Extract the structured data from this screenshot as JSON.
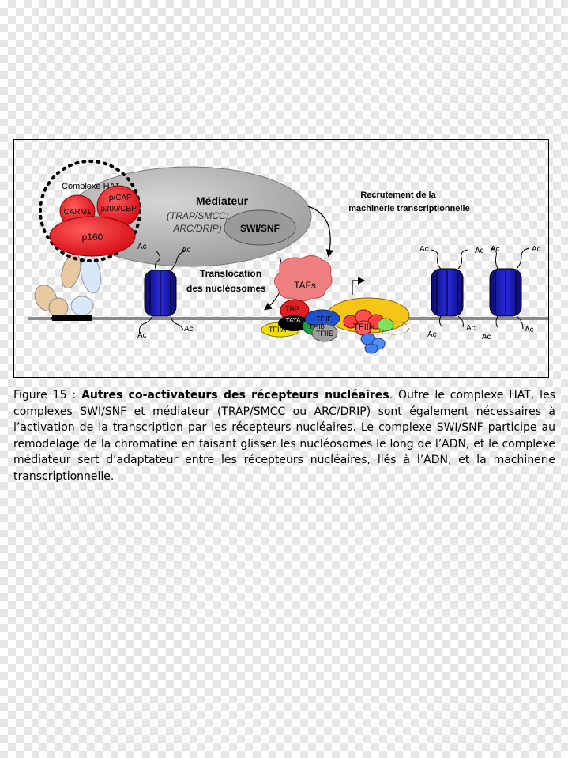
{
  "diagram": {
    "labels": {
      "hat_complex": "Complexe HAT",
      "pcaf": "p/CAF",
      "carm1": "CARM1",
      "p300_cbp": "p300/CBP",
      "p160": "p160",
      "mediator": "Médiateur",
      "mediator_sub1": "(TRAP/SMCC;",
      "mediator_sub2": "ARC/DRIP)",
      "swi_snf": "SWI/SNF",
      "recruitment_line1": "Recrutement de la",
      "recruitment_line2": "machinerie transcriptionnelle",
      "translocation_line1": "Translocation",
      "translocation_line2": "des nucléosomes",
      "tafs": "TAFs",
      "tbp": "TBP",
      "tata": "TATA",
      "tfiib": "TFIIB",
      "tfiif": "TFIIF",
      "tfiia": "TFIIA",
      "tfiie": "TFIIE",
      "tfiih": "TFIIH",
      "acetyl": "Ac"
    },
    "colors": {
      "mediator": "#b4b4b4",
      "hat_pink": "#e8323c",
      "p160": "#f0141e",
      "nucleosome": "#1414a0",
      "tafs": "#f08080",
      "tfiih": "#f5c518",
      "dna": "#808080"
    }
  },
  "caption": {
    "label": "Figure 15 : ",
    "title": "Autres co-activateurs des récepteurs nucléaires",
    "body": ". Outre le complexe HAT, les complexes SWI/SNF et médiateur (TRAP/SMCC ou ARC/DRIP) sont également nécessaires à l’activation de la transcription par les récepteurs nucléaires. Le complexe SWI/SNF participe au remodelage de la chromatine en faisant glisser les nucléosomes le long de l’ADN, et le complexe médiateur sert d’adaptateur entre les récepteurs nucléaires, liés à l’ADN, et la machinerie transcriptionnelle."
  }
}
